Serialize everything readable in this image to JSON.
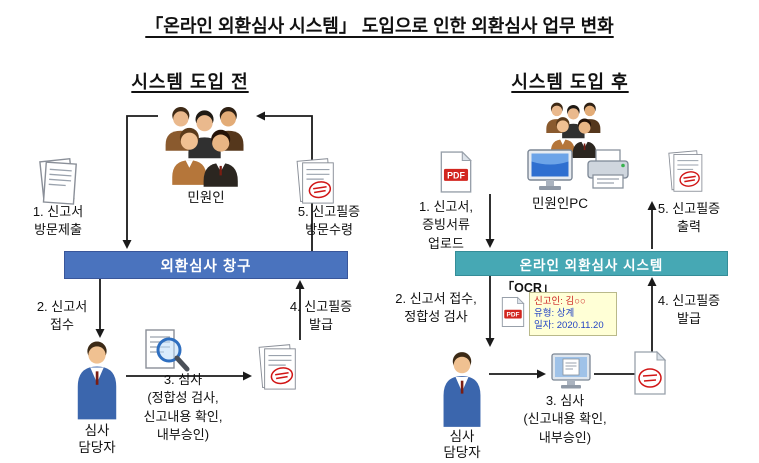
{
  "title": "「온라인 외환심사 시스템」 도입으로 인한 외환심사 업무 변화",
  "icons": {
    "pdf_label": "PDF"
  },
  "colors": {
    "before_bar": "#4a73be",
    "after_bar": "#46a8b4",
    "stamp_red": "#d11616",
    "pdf_red": "#d2261f",
    "ocr_name": "#cc2222",
    "ocr_value": "#2243c4"
  },
  "before": {
    "heading": "시스템 도입 전",
    "petitioner": "민원인",
    "counter_bar": "외환심사 창구",
    "reviewer": "심사\n담당자",
    "step1": "1. 신고서\n방문제출",
    "step2": "2. 신고서\n접수",
    "step3": "3. 심사\n(정합성 검사,\n신고내용 확인,\n내부승인)",
    "step4": "4. 신고필증\n발급",
    "step5": "5. 신고필증\n방문수령"
  },
  "after": {
    "heading": "시스템 도입 후",
    "pc_label": "민원인PC",
    "system_bar": "온라인 외환심사 시스템",
    "reviewer": "심사\n담당자",
    "step1": "1. 신고서,\n증빙서류\n업로드",
    "step2": "2. 신고서 접수,\n정합성 검사",
    "step3": "3. 심사\n(신고내용 확인,\n내부승인)",
    "step4": "4. 신고필증\n발급",
    "step5": "5. 신고필증\n출력",
    "ocr_label": "「OCR」",
    "ocr_box": {
      "line1": "신고인: 김○○",
      "line2": "유형: 상계",
      "line3": "일자: 2020.11.20"
    }
  }
}
